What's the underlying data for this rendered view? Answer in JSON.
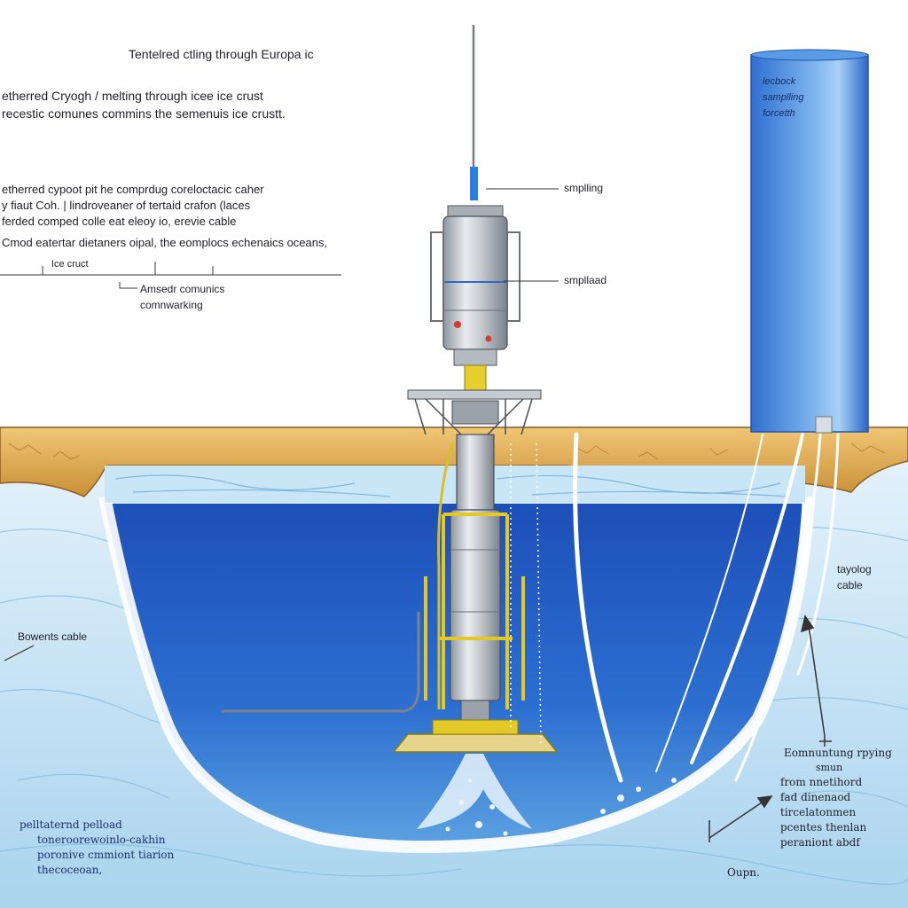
{
  "title": "Tentelred ctling through Europa ic",
  "intro": {
    "line1": "etherred Cryogh / melting  through icee ice crust",
    "line2": "recestic comunes commins the semenuis ice crustt."
  },
  "description": {
    "line1": "etherred  cypoot  pit he comprdug coreloctacic caher",
    "line2": "y fiaut Coh. |  lindroveaner  of  tertaid  crafon  (laces",
    "line3": "ferded  comped  colle  eat  eleoy  io, erevie cable",
    "line4": "Cmod eatertar dietaners oipal, the eomplocs echenaics oceans,"
  },
  "left_labels": {
    "ice_crust": "Ice cruct",
    "comms_line1": "Amsedr comunics",
    "comms_line2": "comnwarking",
    "bounds_cable": "Bowents cable"
  },
  "bottom_left": {
    "line1": "pelltaternd pelload",
    "line2": "toneroorewoinlo-cakhin",
    "line3": "poronive cmmiont tiarion",
    "line4": "thecoceoan,"
  },
  "probe_labels": {
    "sampling": "smplling",
    "sampload": "smpllaad"
  },
  "tank_label": {
    "line1": "lecbock",
    "line2": "samplling",
    "line3": "forcetth"
  },
  "right_labels": {
    "tether_line1": "tayolog",
    "tether_line2": "cable",
    "comm_line1": "Eomnuntung rpying",
    "comm_line2": "smun",
    "comm_line3": "from nnetihord",
    "comm_line4": "fad  dinenaod",
    "comm_line5": "tircelatonmen",
    "comm_line6": "pcentes thenlan",
    "comm_line7": "peraniont abdf",
    "ocean": "Oupn."
  },
  "colors": {
    "ice_surface": "#d9a24a",
    "ocean_deep": "#1f57c4",
    "ocean_light": "#b7dcf0",
    "probe_body": "#c9cdd3",
    "frame_yellow": "#e3c928",
    "tank_blue": "#3f86df"
  }
}
